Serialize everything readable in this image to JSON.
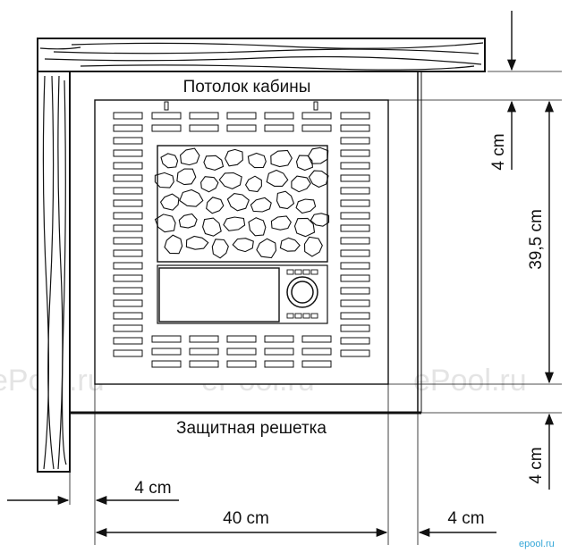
{
  "labels": {
    "ceiling": "Потолок кабины",
    "guard": "Защитная решетка"
  },
  "dimensions": {
    "top_gap": "4 cm",
    "heater_height": "39,5 cm",
    "bottom_gap": "4 cm",
    "side_gap_left": "4 cm",
    "heater_width": "40 cm",
    "side_gap_right": "4 cm"
  },
  "watermark": "ePool.ru",
  "brand": "epool.ru",
  "colors": {
    "line": "#111111",
    "watermark": "#e4e4e4",
    "brand": "#35a7d8"
  }
}
